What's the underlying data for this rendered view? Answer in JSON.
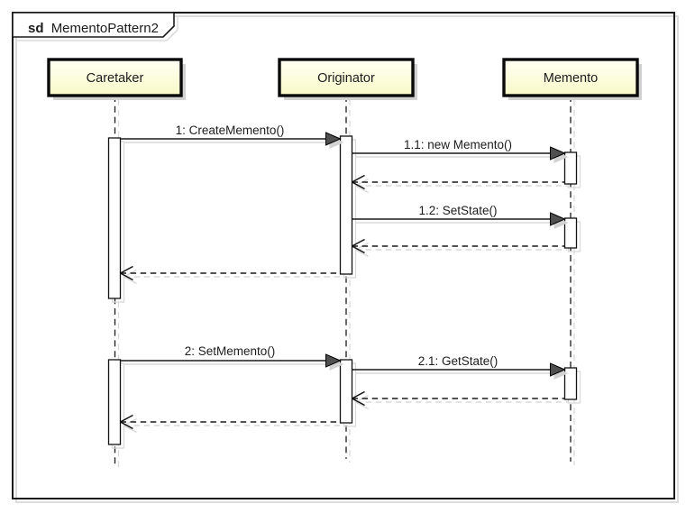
{
  "diagram": {
    "type": "uml-sequence-diagram",
    "frame_keyword": "sd",
    "frame_title": "MementoPattern2"
  },
  "lifelines": [
    {
      "name": "Caretaker"
    },
    {
      "name": "Originator"
    },
    {
      "name": "Memento"
    }
  ],
  "messages": [
    {
      "label": "1: CreateMemento()",
      "from": "Caretaker",
      "to": "Originator",
      "type": "call"
    },
    {
      "label": "1.1: new Memento()",
      "from": "Originator",
      "to": "Memento",
      "type": "call"
    },
    {
      "label": "",
      "from": "Memento",
      "to": "Originator",
      "type": "reply"
    },
    {
      "label": "1.2: SetState()",
      "from": "Originator",
      "to": "Memento",
      "type": "call"
    },
    {
      "label": "",
      "from": "Memento",
      "to": "Originator",
      "type": "reply"
    },
    {
      "label": "",
      "from": "Originator",
      "to": "Caretaker",
      "type": "reply"
    },
    {
      "label": "2: SetMemento()",
      "from": "Caretaker",
      "to": "Originator",
      "type": "call"
    },
    {
      "label": "2.1: GetState()",
      "from": "Originator",
      "to": "Memento",
      "type": "call"
    },
    {
      "label": "",
      "from": "Memento",
      "to": "Originator",
      "type": "reply"
    },
    {
      "label": "",
      "from": "Originator",
      "to": "Caretaker",
      "type": "reply"
    }
  ],
  "colors": {
    "background": "#ffffff",
    "head_fill_top": "#fffff4",
    "head_fill_bottom": "#f9f9c8",
    "stroke": "#000000",
    "arrowhead_fill": "#4f4f4f",
    "shadow": "#d9d9d9"
  }
}
